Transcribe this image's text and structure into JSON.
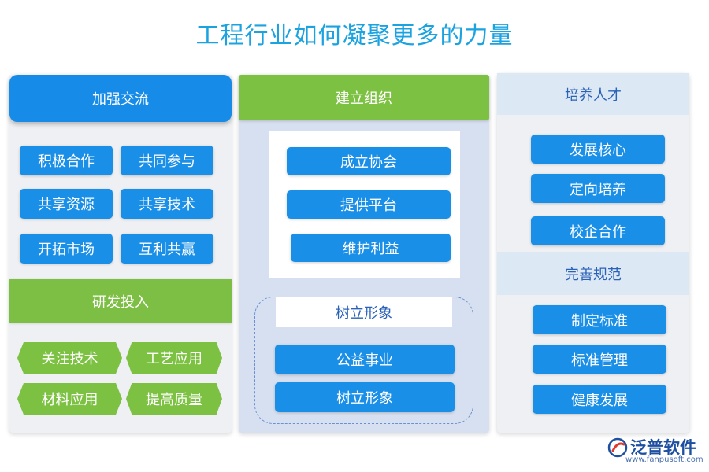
{
  "title": "工程行业如何凝聚更多的力量",
  "col1": {
    "header": "加强交流",
    "items": [
      "积极合作",
      "共同参与",
      "共享资源",
      "共享技术",
      "开拓市场",
      "互利共赢"
    ],
    "section2_header": "研发投入",
    "section2_items": [
      "关注技术",
      "工艺应用",
      "材料应用",
      "提高质量"
    ]
  },
  "col2": {
    "header": "建立组织",
    "items": [
      "成立协会",
      "提供平台",
      "维护利益"
    ],
    "section2_header": "树立形象",
    "section2_items": [
      "公益事业",
      "树立形象"
    ]
  },
  "col3": {
    "header": "培养人才",
    "items": [
      "发展核心",
      "定向培养",
      "校企合作"
    ],
    "section2_header": "完善规范",
    "section2_items": [
      "制定标准",
      "标准管理",
      "健康发展"
    ]
  },
  "logo": {
    "name": "泛普软件",
    "url": "www.fanpusoft.com"
  },
  "colors": {
    "accent_blue": "#1a8fe8",
    "accent_green": "#7cc142",
    "title": "#1aa3e0"
  }
}
